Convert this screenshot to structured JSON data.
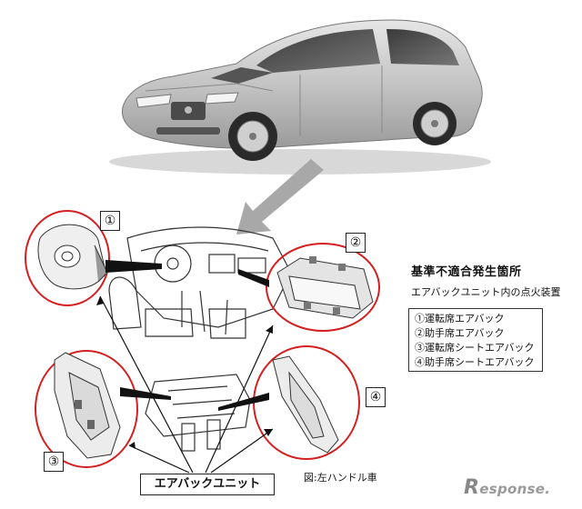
{
  "markers": [
    "①",
    "②",
    "③",
    "④"
  ],
  "heading": "基準不適合発生箇所",
  "subheading": "エアバックユニット内の点火装置",
  "legend": [
    "①運転席エアバック",
    "②助手席エアバック",
    "③運転席シートエアバック",
    "④助手席シートエアバック"
  ],
  "unit_label": "エアバックユニット",
  "caption": "図:左ハンドル車",
  "logo": {
    "initial": "R",
    "rest": "esponse."
  },
  "colors": {
    "highlight": "#d42020",
    "arrow": "#a8a8a8",
    "line": "#111111"
  }
}
